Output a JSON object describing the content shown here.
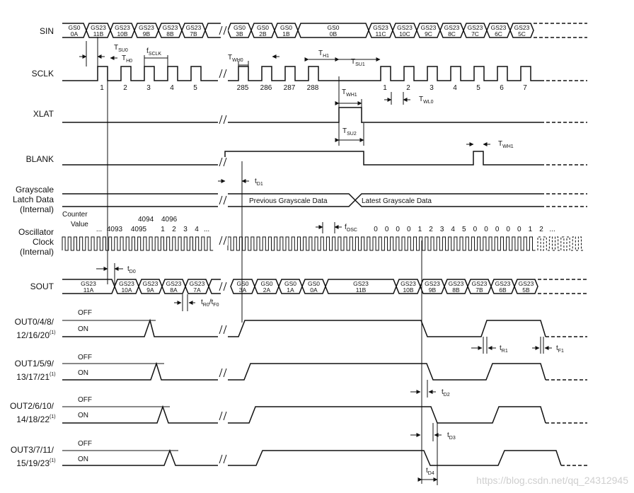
{
  "signals": {
    "sin": "SIN",
    "sclk": "SCLK",
    "xlat": "XLAT",
    "blank": "BLANK",
    "gs_latch": [
      "Grayscale",
      "Latch Data",
      "(Internal)"
    ],
    "osc": [
      "Oscillator",
      "Clock",
      "(Internal)"
    ],
    "sout": "SOUT",
    "out0": [
      "OUT0/4/8/",
      "12/16/20"
    ],
    "out1": [
      "OUT1/5/9/",
      "13/17/21"
    ],
    "out2": [
      "OUT2/6/10/",
      "14/18/22"
    ],
    "out3": [
      "OUT3/7/11/",
      "15/19/23"
    ],
    "footnote_mark": "(1)"
  },
  "levels": {
    "off": "OFF",
    "on": "ON"
  },
  "sin_cells": [
    [
      "GS0",
      "0A"
    ],
    [
      "GS23",
      "11B"
    ],
    [
      "GS23",
      "10B"
    ],
    [
      "GS23",
      "9B"
    ],
    [
      "GS23",
      "8B"
    ],
    [
      "GS23",
      "7B"
    ],
    [
      "GS0",
      "3B"
    ],
    [
      "GS0",
      "2B"
    ],
    [
      "GS0",
      "1B"
    ],
    [
      "GS0",
      "0B"
    ],
    [
      "GS23",
      "11C"
    ],
    [
      "GS23",
      "10C"
    ],
    [
      "GS23",
      "9C"
    ],
    [
      "GS23",
      "8C"
    ],
    [
      "GS23",
      "7C"
    ],
    [
      "GS23",
      "6C"
    ],
    [
      "GS23",
      "5C"
    ]
  ],
  "sout_cells": [
    [
      "GS23",
      "11A"
    ],
    [
      "GS23",
      "10A"
    ],
    [
      "GS23",
      "9A"
    ],
    [
      "GS23",
      "8A"
    ],
    [
      "GS23",
      "7A"
    ],
    [
      "GS0",
      "3A"
    ],
    [
      "GS0",
      "2A"
    ],
    [
      "GS0",
      "1A"
    ],
    [
      "GS0",
      "0A"
    ],
    [
      "GS23",
      "11B"
    ],
    [
      "GS23",
      "10B"
    ],
    [
      "GS23",
      "9B"
    ],
    [
      "GS23",
      "8B"
    ],
    [
      "GS23",
      "7B"
    ],
    [
      "GS23",
      "6B"
    ],
    [
      "GS23",
      "5B"
    ]
  ],
  "sclk_pulse_labels": [
    "1",
    "2",
    "3",
    "4",
    "5",
    "285",
    "286",
    "287",
    "288",
    "1",
    "2",
    "3",
    "4",
    "5",
    "6",
    "7"
  ],
  "timing": {
    "tsu0": [
      "T",
      "SU0"
    ],
    "th0": [
      "T",
      "H0"
    ],
    "fsclk": [
      "f",
      "SCLK"
    ],
    "twh0": [
      "T",
      "WH0"
    ],
    "th1": [
      "T",
      "H1"
    ],
    "tsu1": [
      "T",
      "SU1"
    ],
    "twh1": [
      "T",
      "WH1"
    ],
    "twl0": [
      "T",
      "WL0"
    ],
    "tsu2": [
      "T",
      "SU2"
    ],
    "twh1_blank": [
      "T",
      "WH1"
    ],
    "td1": [
      "t",
      "D1"
    ],
    "td0": [
      "t",
      "D0"
    ],
    "tr0tf0": [
      "t",
      "R0",
      "/t",
      "F0"
    ],
    "tr1": [
      "t",
      "R1"
    ],
    "tf1": [
      "t",
      "F1"
    ],
    "td2": [
      "t",
      "D2"
    ],
    "td3": [
      "t",
      "D3"
    ],
    "td4": [
      "t",
      "D4"
    ],
    "fosc": [
      "f",
      "OSC"
    ]
  },
  "gs_latch": {
    "previous": "Previous Grayscale Data",
    "latest": "Latest Grayscale Data"
  },
  "counter": {
    "title": [
      "Counter",
      "Value"
    ],
    "top_values": [
      "4094",
      "4096"
    ],
    "left_seq": [
      "...",
      "4093",
      "4095",
      "1",
      "2",
      "3",
      "4",
      "..."
    ],
    "right_seq": [
      "0",
      "0",
      "0",
      "0",
      "1",
      "2",
      "3",
      "4",
      "5",
      "0",
      "0",
      "0",
      "0",
      "0",
      "1",
      "2",
      "..."
    ]
  },
  "watermark": "https://blog.csdn.net/qq_24312945"
}
